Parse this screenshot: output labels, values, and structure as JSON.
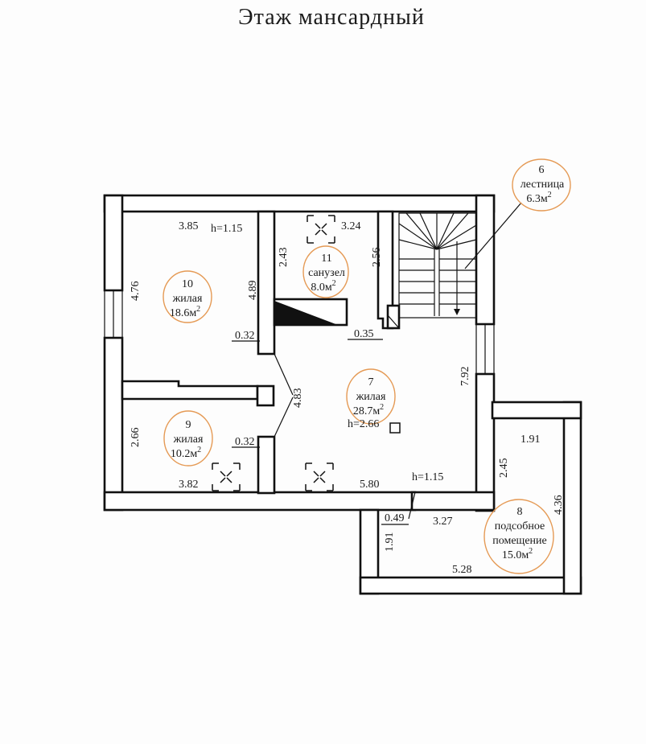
{
  "title": "Этаж мансардный",
  "rooms": [
    {
      "num": "6",
      "name": "лестница",
      "area": "6.3м",
      "sup": "2"
    },
    {
      "num": "7",
      "name": "жилая",
      "area": "28.7м",
      "sup": "2"
    },
    {
      "num": "8",
      "name": "подсобное",
      "name2": "помещение",
      "area": "15.0м",
      "sup": "2"
    },
    {
      "num": "9",
      "name": "жилая",
      "area": "10.2м",
      "sup": "2"
    },
    {
      "num": "10",
      "name": "жилая",
      "area": "18.6м",
      "sup": "2"
    },
    {
      "num": "11",
      "name": "санузел",
      "area": "8.0м",
      "sup": "2"
    }
  ],
  "heights": {
    "h1": "h=1.15",
    "h2": "h=2.66",
    "h3": "h=1.15"
  },
  "dims": {
    "d385": "3.85",
    "d324": "3.24",
    "d243": "2.43",
    "d256": "2.56",
    "d476": "4.76",
    "d489": "4.89",
    "d032a": "0.32",
    "d035": "0.35",
    "d483": "4.83",
    "d792": "7.92",
    "d266": "2.66",
    "d032b": "0.32",
    "d382": "3.82",
    "d580": "5.80",
    "d191a": "1.91",
    "d245": "2.45",
    "d436": "4.36",
    "d049": "0.49",
    "d327": "3.27",
    "d191b": "1.91",
    "d528": "5.28"
  }
}
